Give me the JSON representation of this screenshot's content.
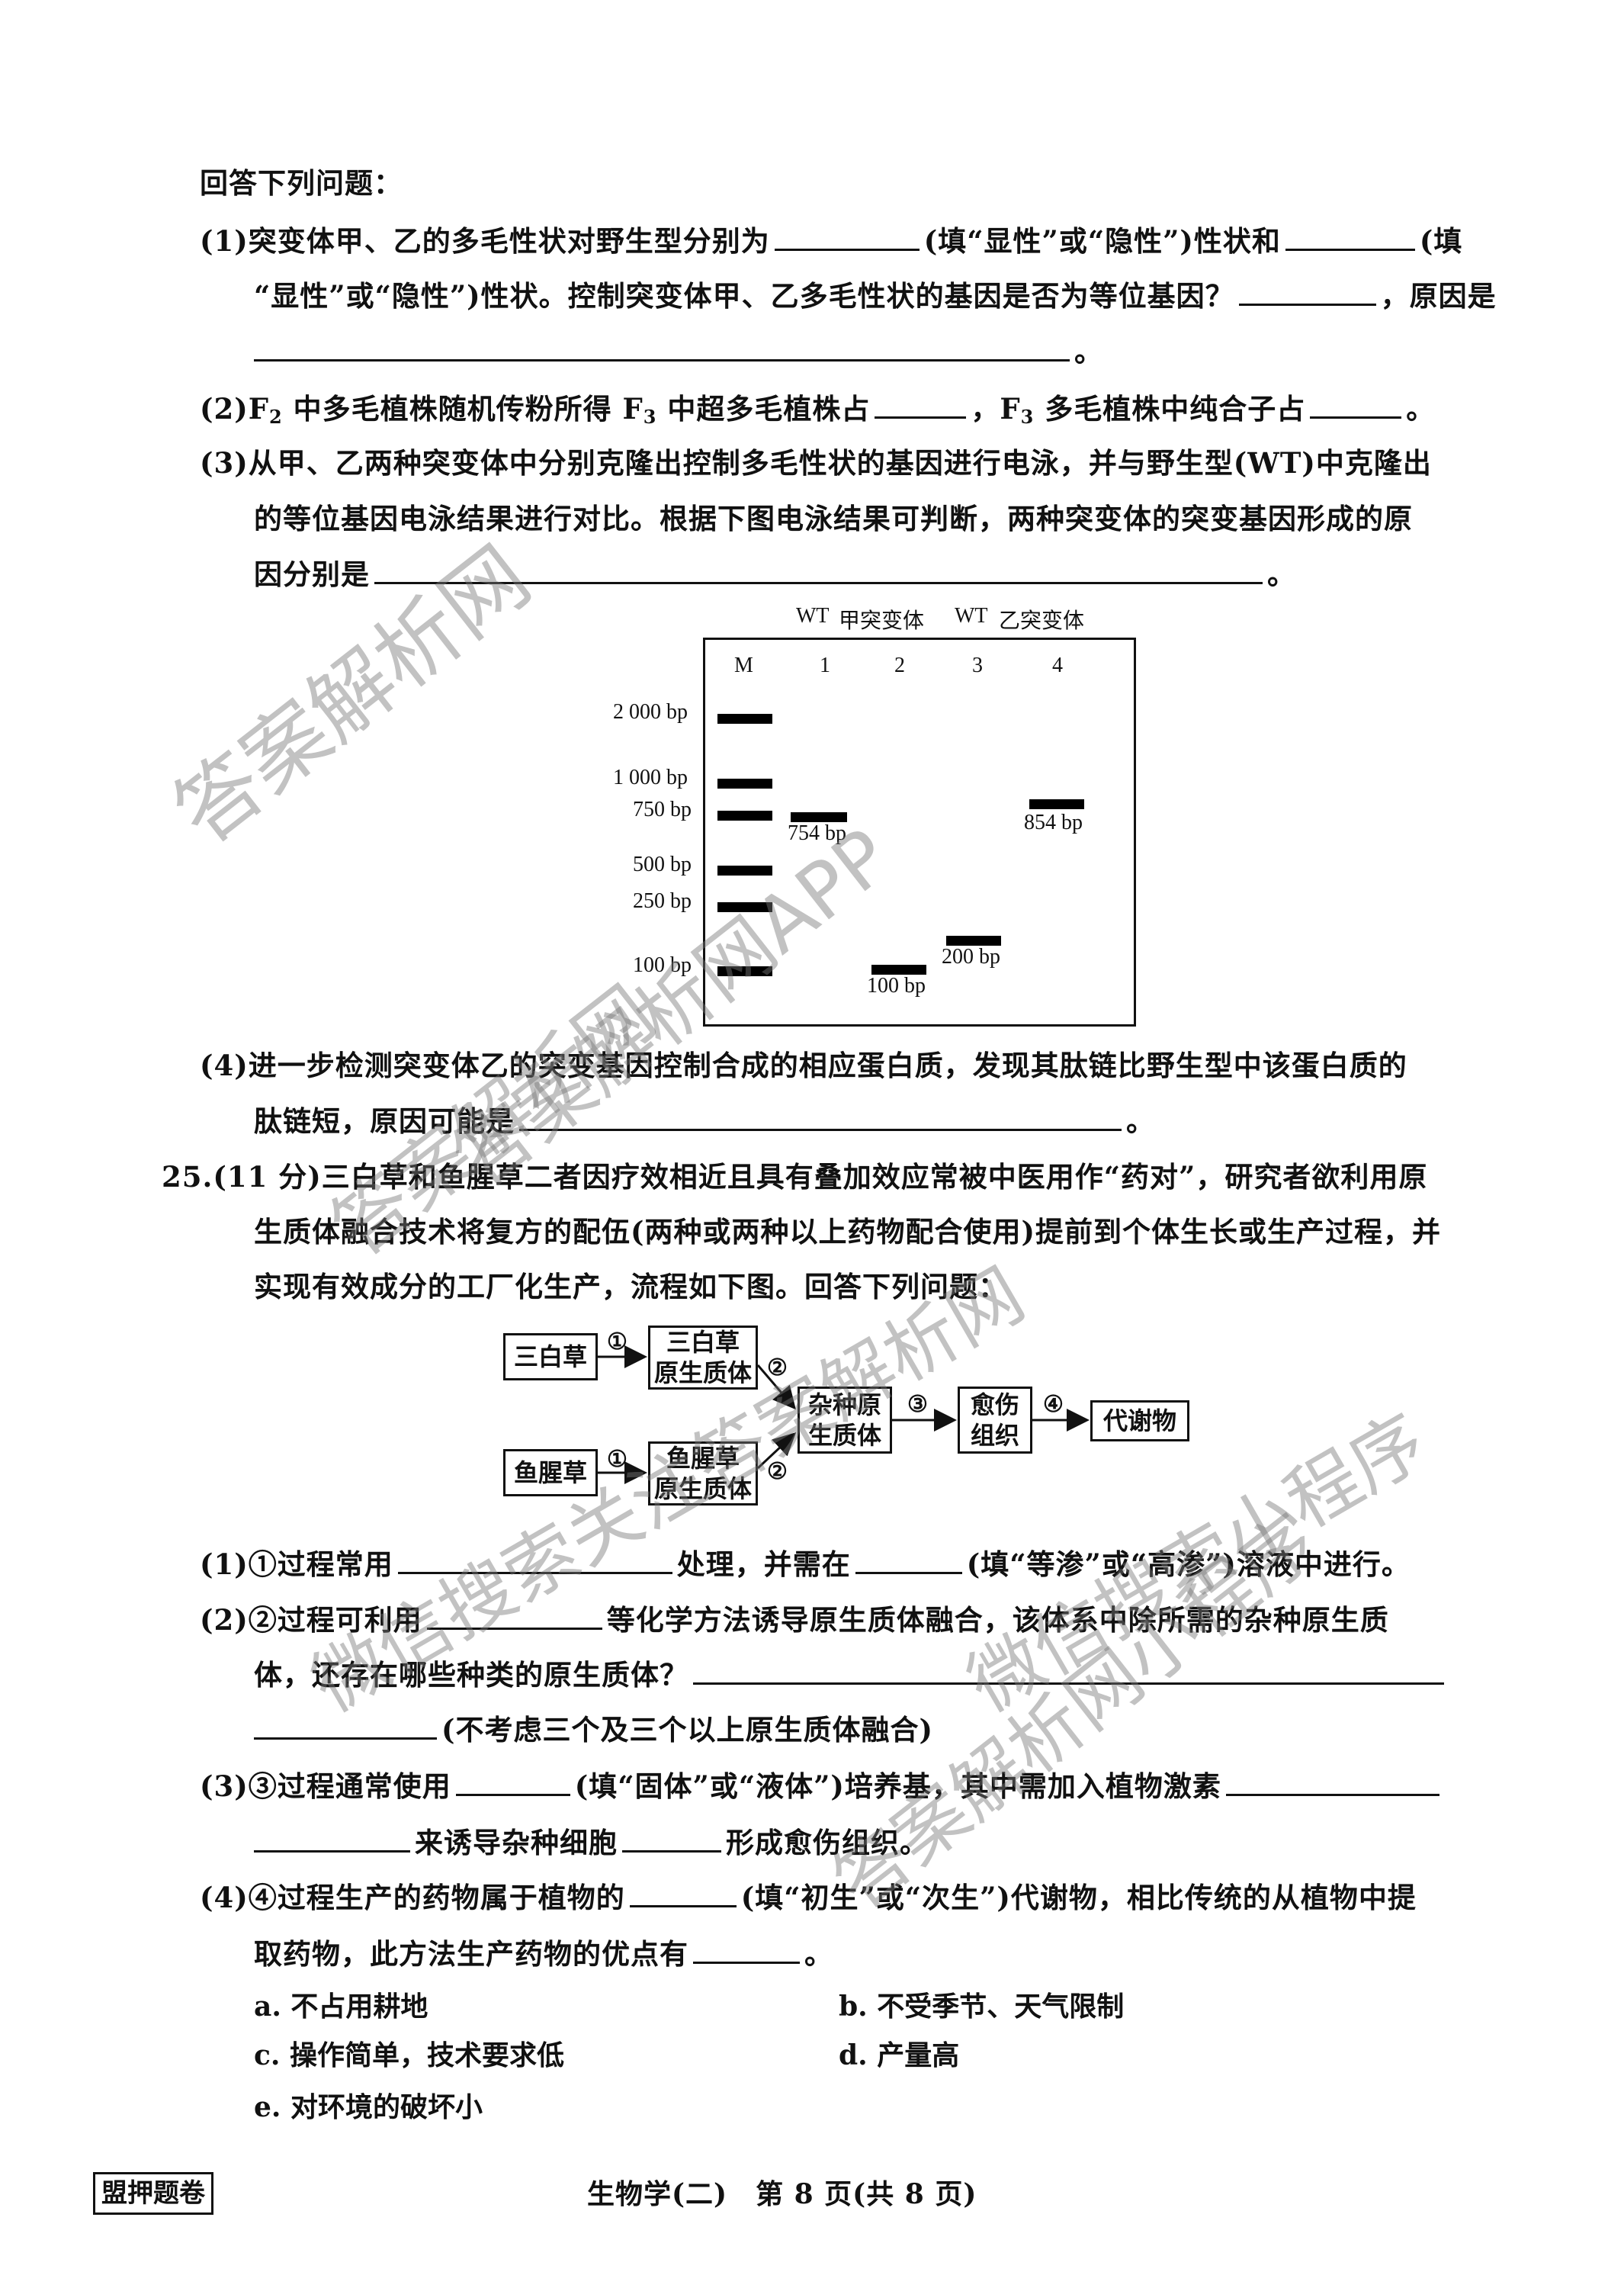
{
  "q24": {
    "intro": "回答下列问题：",
    "p1_a": "(1)突变体甲、乙的多毛性状对野生型分别为",
    "p1_b": "(填“显性”或“隐性”)性状和",
    "p1_c": "(填",
    "p1_d": "“显性”或“隐性”)性状。控制突变体甲、乙多毛性状的基因是否为等位基因？",
    "p1_e": "，原因是",
    "p1_end": "。",
    "p2_a": "(2)F",
    "p2_sub1": "2",
    "p2_b": " 中多毛植株随机传粉所得 F",
    "p2_sub2": "3",
    "p2_c": " 中超多毛植株占",
    "p2_d": "，F",
    "p2_sub3": "3",
    "p2_e": " 多毛植株中纯合子占",
    "p2_end": "。",
    "p3_a": "(3)从甲、乙两种突变体中分别克隆出控制多毛性状的基因进行电泳，并与野生型(WT)中克隆出",
    "p3_b": "的等位基因电泳结果进行对比。根据下图电泳结果可判断，两种突变体的突变基因形成的原",
    "p3_c": "因分别是",
    "p3_end": "。",
    "p4_a": "(4)进一步检测突变体乙的突变基因控制合成的相应蛋白质，发现其肽链比野生型中该蛋白质的",
    "p4_b": "肽链短，原因可能是",
    "p4_end": "。"
  },
  "gel": {
    "top_labels": [
      "WT",
      "甲突变体",
      "WT",
      "乙突变体"
    ],
    "lanes": [
      "M",
      "1",
      "2",
      "3",
      "4"
    ],
    "marker_labels": [
      "2 000 bp",
      "1 000 bp",
      "750 bp",
      "500 bp",
      "250 bp",
      "100 bp"
    ],
    "band_labels": [
      "754 bp",
      "100 bp",
      "200 bp",
      "854 bp"
    ]
  },
  "q25": {
    "l1": "25.(11 分)三白草和鱼腥草二者因疗效相近且具有叠加效应常被中医用作“药对”，研究者欲利用原",
    "l2": "生质体融合技术将复方的配伍(两种或两种以上药物配合使用)提前到个体生长或生产过程，并",
    "l3": "实现有效成分的工厂化生产，流程如下图。回答下列问题：",
    "p1_a": "(1)①过程常用",
    "p1_b": "处理，并需在",
    "p1_c": "(填“等渗”或“高渗”)溶液中进行。",
    "p2_a": "(2)②过程可利用",
    "p2_b": "等化学方法诱导原生质体融合，该体系中除所需的杂种原生质",
    "p2_c": "体，还存在哪些种类的原生质体？",
    "p2_d": "(不考虑三个及三个以上原生质体融合)",
    "p3_a": "(3)③过程通常使用",
    "p3_b": "(填“固体”或“液体”)培养基，其中需加入植物激素",
    "p3_c": "来诱导杂种细胞",
    "p3_d": "形成愈伤组织。",
    "p4_a": "(4)④过程生产的药物属于植物的",
    "p4_b": "(填“初生”或“次生”)代谢物，相比传统的从植物中提",
    "p4_c": "取药物，此方法生产药物的优点有",
    "p4_end": "。",
    "options": [
      "a. 不占用耕地",
      "b. 不受季节、天气限制",
      "c. 操作简单，技术要求低",
      "d. 产量高",
      "e. 对环境的破坏小"
    ]
  },
  "flow": {
    "sanbaicao": "三白草",
    "sanbaicao_proto": "三白草\n原生质体",
    "yuxingcao": "鱼腥草",
    "yuxingcao_proto": "鱼腥草\n原生质体",
    "hybrid": "杂种原\n生质体",
    "callus": "愈伤\n组织",
    "metabolite": "代谢物",
    "steps": [
      "①",
      "①",
      "②",
      "②",
      "③",
      "④"
    ]
  },
  "footer": {
    "stamp": "盟押题卷",
    "page": "生物学(二)　第 8 页(共 8 页)"
  },
  "watermarks": [
    "答案解析网",
    "答案解析网APP",
    "答案解析网",
    "微信搜索关注答案解析网",
    "微信搜索小程序",
    "答案解析网小程序"
  ]
}
